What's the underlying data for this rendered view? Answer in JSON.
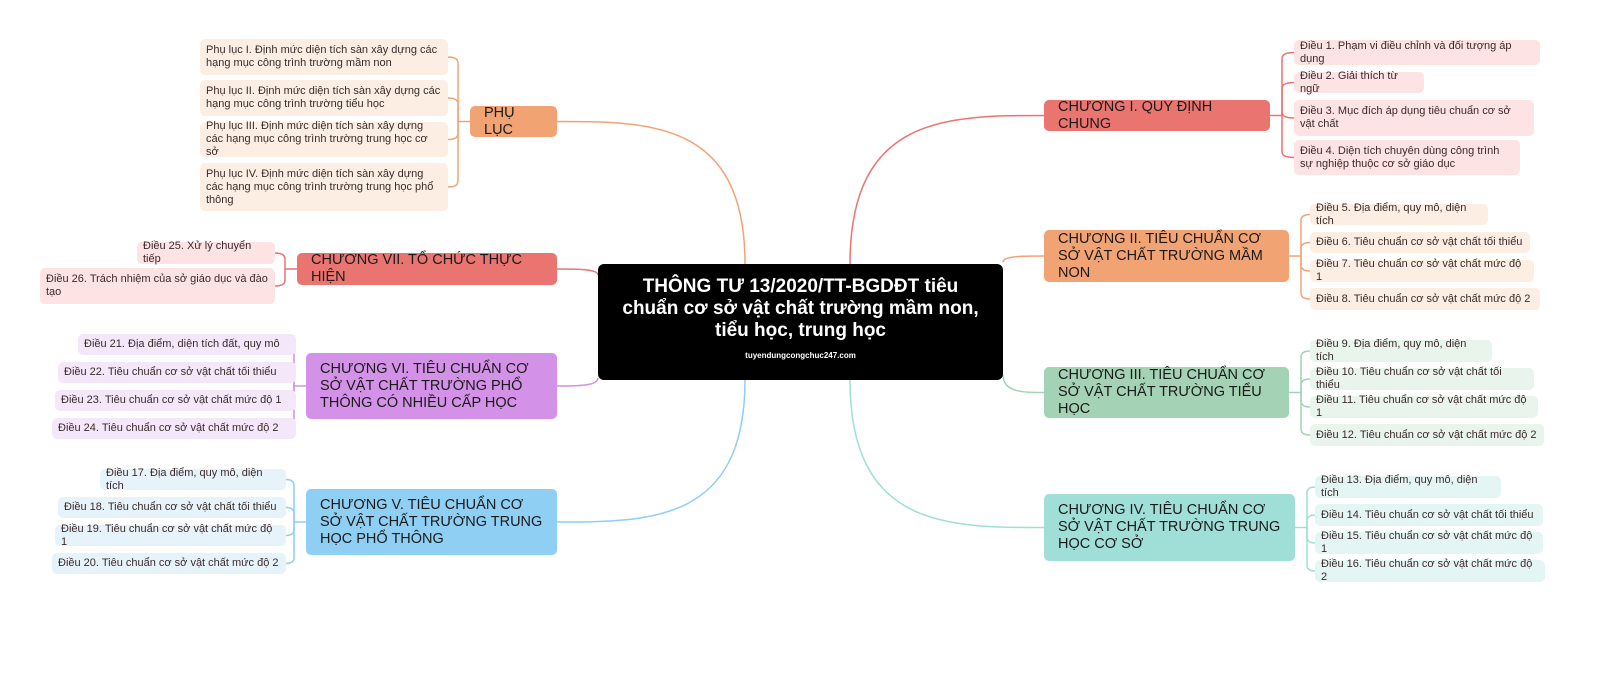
{
  "center": {
    "title": "THÔNG TƯ 13/2020/TT-BGDĐT tiêu chuẩn cơ sở vật chất trường mầm non, tiểu học, trung học",
    "subtitle": "tuyendungcongchuc247.com"
  },
  "colors": {
    "red": "#ea7470",
    "orange": "#f2a373",
    "purple": "#d491e8",
    "blue": "#8ecff3",
    "green": "#a3d2b4",
    "teal": "#a0dfd8"
  },
  "branches": [
    {
      "id": "phu-luc",
      "label": "PHỤ LỤC",
      "items": [
        "Phụ lục I. Định mức diện tích sàn xây dựng các hạng mục công trình trường mầm non",
        "Phụ lục II. Định mức diện tích sàn xây dựng các hạng mục công trình trường tiểu học",
        "Phụ lục III. Định mức diện tích sàn xây dựng các hạng mục công trình trường trung học cơ sở",
        "Phụ lục IV. Định mức diện tích sàn xây dựng các hạng mục công trình trường trung học phổ thông"
      ]
    },
    {
      "id": "chuong-7",
      "label": "CHƯƠNG VII. TỔ CHỨC THỰC HIỆN",
      "items": [
        "Điều 25. Xử lý chuyển tiếp",
        "Điều 26. Trách nhiệm của sở giáo dục và đào tạo"
      ]
    },
    {
      "id": "chuong-6",
      "label": "CHƯƠNG VI. TIÊU CHUẨN CƠ SỞ VẬT CHẤT TRƯỜNG PHỔ THÔNG CÓ NHIỀU CẤP HỌC",
      "items": [
        "Điều 21. Địa điểm, diện tích đất, quy mô",
        "Điều 22. Tiêu chuẩn cơ sở vật chất tối thiểu",
        "Điều 23. Tiêu chuẩn cơ sở vật chất mức độ 1",
        "Điều 24. Tiêu chuẩn cơ sở vật chất mức độ 2"
      ]
    },
    {
      "id": "chuong-5",
      "label": "CHƯƠNG V. TIÊU CHUẨN CƠ SỞ VẬT CHẤT TRƯỜNG TRUNG HỌC PHỔ THÔNG",
      "items": [
        "Điều 17. Địa điểm, quy mô, diện tích",
        "Điều 18. Tiêu chuẩn cơ sở vật chất tối thiểu",
        "Điều 19. Tiêu chuẩn cơ sở vật chất mức độ 1",
        "Điều 20. Tiêu chuẩn cơ sở vật chất mức độ 2"
      ]
    },
    {
      "id": "chuong-1",
      "label": "CHƯƠNG I. QUY ĐỊNH CHUNG",
      "items": [
        "Điều 1. Phạm vi điều chỉnh và đối tượng áp dụng",
        "Điều 2. Giải thích từ ngữ",
        "Điều 3. Mục đích áp dụng tiêu chuẩn cơ sở vật chất",
        "Điều 4. Diện tích chuyên dùng công trình sự nghiệp thuộc cơ sở giáo dục"
      ]
    },
    {
      "id": "chuong-2",
      "label": "CHƯƠNG II. TIÊU CHUẨN CƠ SỞ VẬT CHẤT TRƯỜNG MẦM NON",
      "items": [
        "Điều 5. Địa điểm, quy mô, diện tích",
        "Điều 6. Tiêu chuẩn cơ sở vật chất tối thiểu",
        "Điều 7. Tiêu chuẩn cơ sở vật chất mức độ 1",
        "Điều 8. Tiêu chuẩn cơ sở vật chất mức độ 2"
      ]
    },
    {
      "id": "chuong-3",
      "label": "CHƯƠNG III. TIÊU CHUẨN CƠ SỞ VẬT CHẤT TRƯỜNG TIỂU HỌC",
      "items": [
        "Điều 9. Địa điểm, quy mô, diện tích",
        "Điều 10. Tiêu chuẩn cơ sở vật chất tối thiểu",
        "Điều 11. Tiêu chuẩn cơ sở vật chất mức độ 1",
        "Điều 12. Tiêu chuẩn cơ sở vật chất mức độ 2"
      ]
    },
    {
      "id": "chuong-4",
      "label": "CHƯƠNG IV. TIÊU CHUẨN CƠ SỞ VẬT CHẤT TRƯỜNG TRUNG HỌC CƠ SỞ",
      "items": [
        "Điều 13. Địa điểm, quy mô, diện tích",
        "Điều 14. Tiêu chuẩn cơ sở vật chất tối thiểu",
        "Điều 15. Tiêu chuẩn cơ sở vật chất mức độ 1",
        "Điều 16. Tiêu chuẩn cơ sở vật chất mức độ 2"
      ]
    }
  ]
}
